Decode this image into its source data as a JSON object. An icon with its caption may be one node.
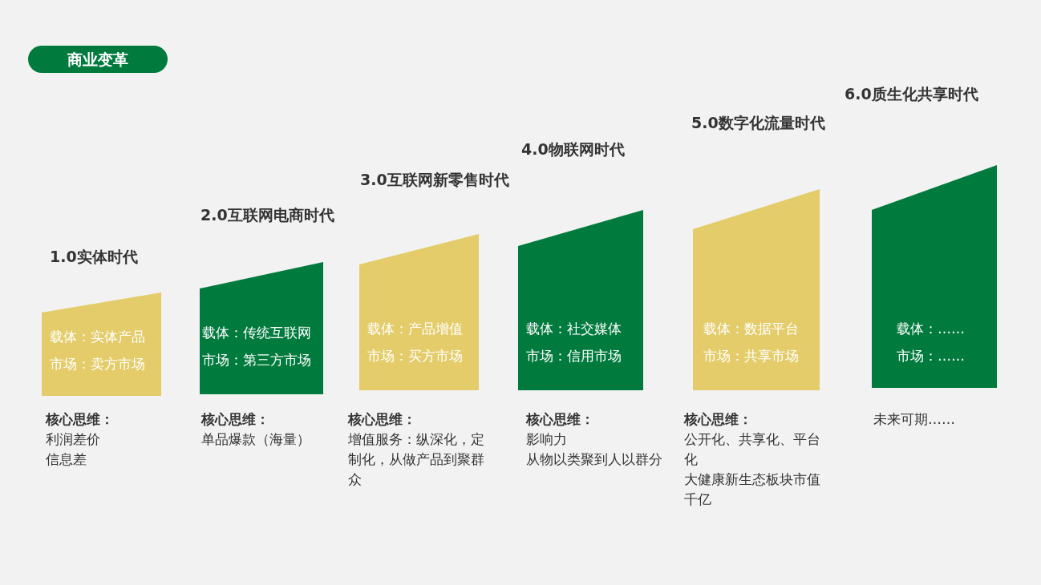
{
  "diagram": {
    "title": "商业变革",
    "nodes": [
      {
        "text": [
          "载体：实体产品",
          "市场：卖方市场"
        ],
        "beside": [
          "核心思维：",
          "利润差价",
          "信息差"
        ]
      },
      {
        "text": [
          "载体：传统互联网",
          "市场：第三方市场"
        ],
        "beside": [
          "核心思维：",
          "单品爆款（海量）"
        ]
      },
      {
        "text": [
          "载体：产品增值",
          "市场：买方市场"
        ],
        "beside": [
          "核心思维：",
          "增值服务：纵深化，定制化，从做产品到聚群众"
        ]
      },
      {
        "text": [
          "载体：社交媒体",
          "市场：信用市场"
        ],
        "beside": [
          "核心思维：",
          "影响力",
          "从物以类聚到人以群分"
        ]
      },
      {
        "text": [
          "载体：数据平台",
          "市场：共享市场"
        ],
        "beside": [
          "核心思维：",
          "公开化、共享化、平台化",
          "大健康新生态板块市值千亿"
        ]
      },
      {
        "text": [
          "载体：……",
          "市场：……"
        ],
        "beside": [
          "未来可期……"
        ]
      }
    ],
    "edges": [],
    "labels": [
      "6.0质生化共享时代",
      "5.0数字化流量时代",
      "4.0物联网时代",
      "3.0互联网新零售时代",
      "2.0互联网电商时代",
      "1.0实体时代"
    ]
  }
}
